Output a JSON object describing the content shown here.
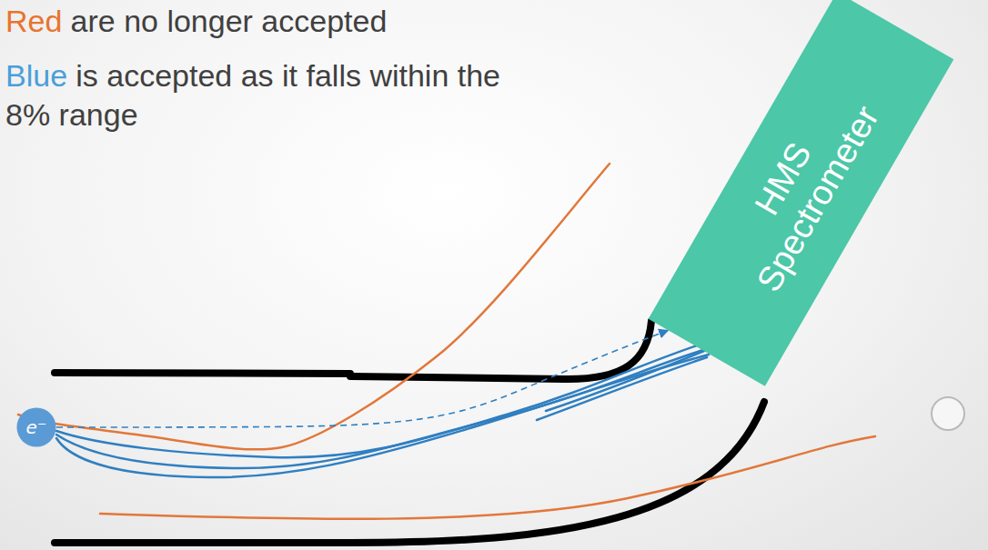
{
  "diagram": {
    "nodes": [
      {
        "text": [
          "HMS Spectrometer"
        ]
      },
      {
        "text": [
          "e⁻"
        ]
      }
    ],
    "edges": [
      {
        "from": 1,
        "to": 0,
        "arrow": "to"
      }
    ],
    "labels": [
      "Red",
      "are no longer accepted",
      "Blue",
      "is accepted as it falls within the 8% range"
    ]
  }
}
